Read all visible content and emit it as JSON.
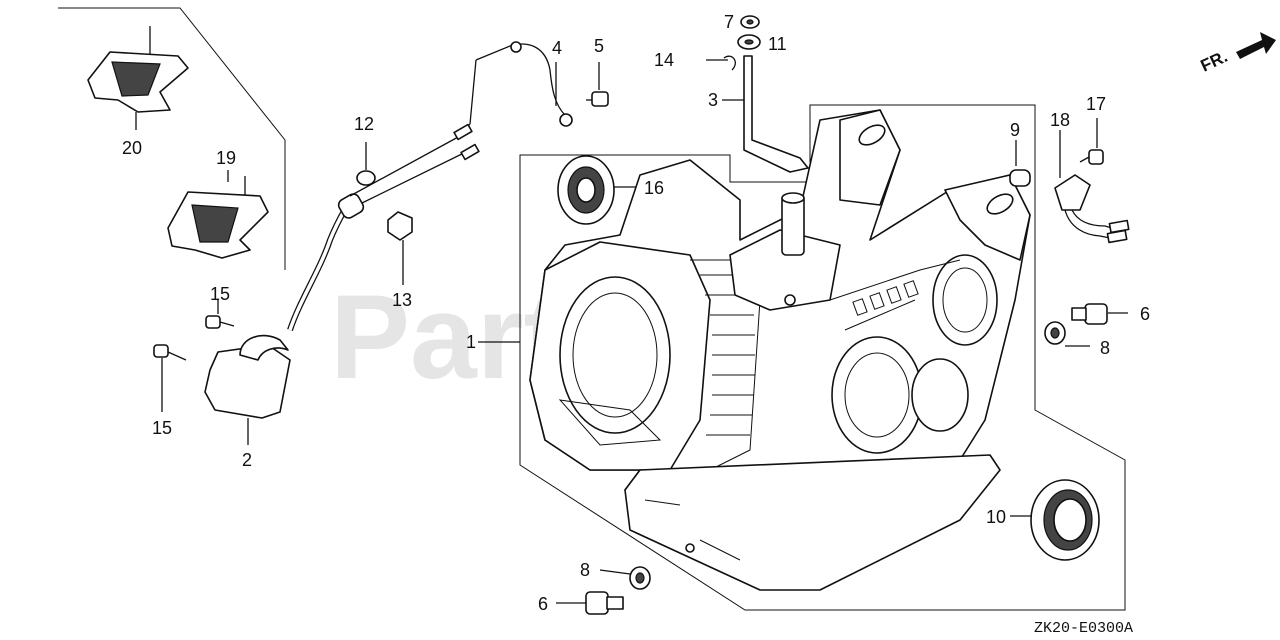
{
  "watermark": "PartsTre",
  "drawing_code": "ZK20-E0300A",
  "front_marker": "FR.",
  "callouts": {
    "c1": "1",
    "c2": "2",
    "c3": "3",
    "c4": "4",
    "c5": "5",
    "c6a": "6",
    "c6b": "6",
    "c7": "7",
    "c8a": "8",
    "c8b": "8",
    "c9": "9",
    "c10": "10",
    "c11": "11",
    "c12": "12",
    "c13": "13",
    "c14": "14",
    "c15a": "15",
    "c15b": "15",
    "c16": "16",
    "c17": "17",
    "c18": "18",
    "c19": "19",
    "c20": "20"
  }
}
